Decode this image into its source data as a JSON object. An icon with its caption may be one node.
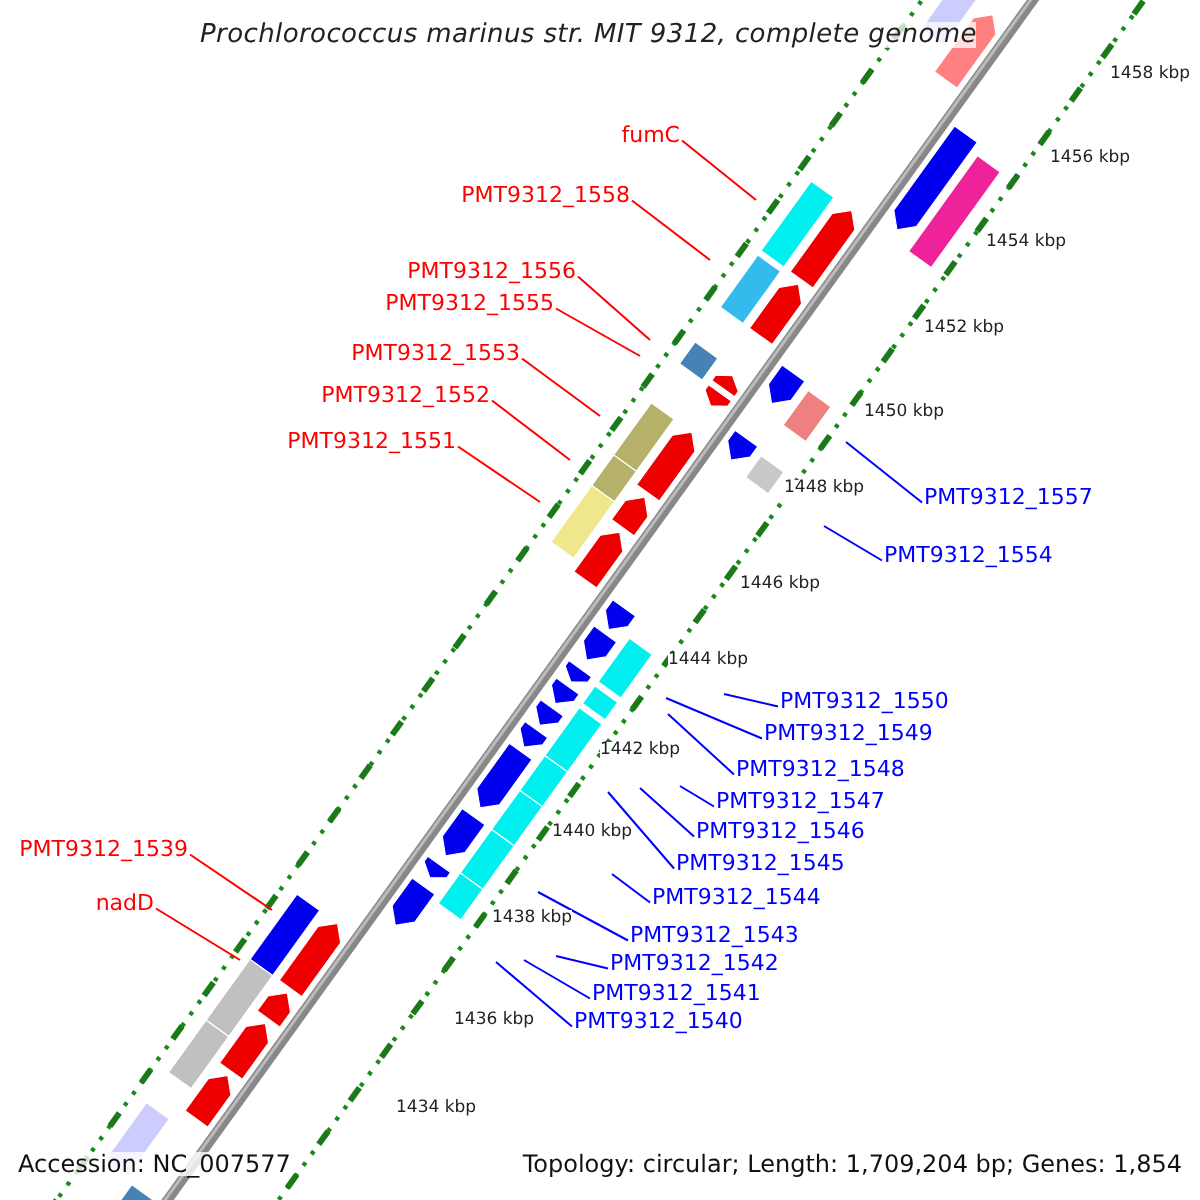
{
  "diagram": {
    "title": "Prochlorococcus marinus str. MIT 9312, complete genome",
    "nodes": [
      {
        "text": [
          "fumC"
        ]
      },
      {
        "text": [
          "PMT9312_1558"
        ]
      },
      {
        "text": [
          "PMT9312_1556"
        ]
      },
      {
        "text": [
          "PMT9312_1555"
        ]
      },
      {
        "text": [
          "PMT9312_1553"
        ]
      },
      {
        "text": [
          "PMT9312_1552"
        ]
      },
      {
        "text": [
          "PMT9312_1551"
        ]
      },
      {
        "text": [
          "PMT9312_1557"
        ]
      },
      {
        "text": [
          "PMT9312_1554"
        ]
      },
      {
        "text": [
          "PMT9312_1550"
        ]
      },
      {
        "text": [
          "PMT9312_1549"
        ]
      },
      {
        "text": [
          "PMT9312_1548"
        ]
      },
      {
        "text": [
          "PMT9312_1547"
        ]
      },
      {
        "text": [
          "PMT9312_1546"
        ]
      },
      {
        "text": [
          "PMT9312_1545"
        ]
      },
      {
        "text": [
          "PMT9312_1544"
        ]
      },
      {
        "text": [
          "PMT9312_1543"
        ]
      },
      {
        "text": [
          "PMT9312_1542"
        ]
      },
      {
        "text": [
          "PMT9312_1541"
        ]
      },
      {
        "text": [
          "PMT9312_1540"
        ]
      },
      {
        "text": [
          "PMT9312_1539"
        ]
      },
      {
        "text": [
          "nadD"
        ]
      }
    ],
    "edges": [
      {
        "from": 0,
        "to": null,
        "arrow": "none",
        "color": "#ff0000"
      },
      {
        "from": 1,
        "to": null,
        "arrow": "none",
        "color": "#ff0000"
      },
      {
        "from": 2,
        "to": null,
        "arrow": "none",
        "color": "#ff0000"
      },
      {
        "from": 3,
        "to": null,
        "arrow": "none",
        "color": "#ff0000"
      },
      {
        "from": 4,
        "to": null,
        "arrow": "none",
        "color": "#ff0000"
      },
      {
        "from": 5,
        "to": null,
        "arrow": "none",
        "color": "#ff0000"
      },
      {
        "from": 6,
        "to": null,
        "arrow": "none",
        "color": "#ff0000"
      },
      {
        "from": 7,
        "to": null,
        "arrow": "none"
      },
      {
        "from": 8,
        "to": null,
        "arrow": "none"
      },
      {
        "from": 9,
        "to": null,
        "arrow": "none"
      },
      {
        "from": 10,
        "to": null,
        "arrow": "none"
      },
      {
        "from": 11,
        "to": null,
        "arrow": "none"
      },
      {
        "from": 12,
        "to": null,
        "arrow": "none"
      },
      {
        "from": 13,
        "to": null,
        "arrow": "none"
      },
      {
        "from": 14,
        "to": null,
        "arrow": "none"
      },
      {
        "from": 15,
        "to": null,
        "arrow": "none"
      },
      {
        "from": 16,
        "to": null,
        "arrow": "none"
      },
      {
        "from": 17,
        "to": null,
        "arrow": "none"
      },
      {
        "from": 18,
        "to": null,
        "arrow": "none"
      },
      {
        "from": 19,
        "to": null,
        "arrow": "none"
      },
      {
        "from": 20,
        "to": null,
        "arrow": "none",
        "color": "#ff0000"
      },
      {
        "from": 21,
        "to": null,
        "arrow": "none",
        "color": "#ff0000"
      }
    ],
    "labels": [
      "1458 kbp",
      "1456 kbp",
      "1454 kbp",
      "1452 kbp",
      "1450 kbp",
      "1448 kbp",
      "1446 kbp",
      "1444 kbp",
      "1442 kbp",
      "1440 kbp",
      "1438 kbp",
      "1436 kbp",
      "1434 kbp",
      "Accession: NC_007577",
      "Topology: circular; Length: 1,709,204 bp; Genes: 1,854"
    ]
  }
}
